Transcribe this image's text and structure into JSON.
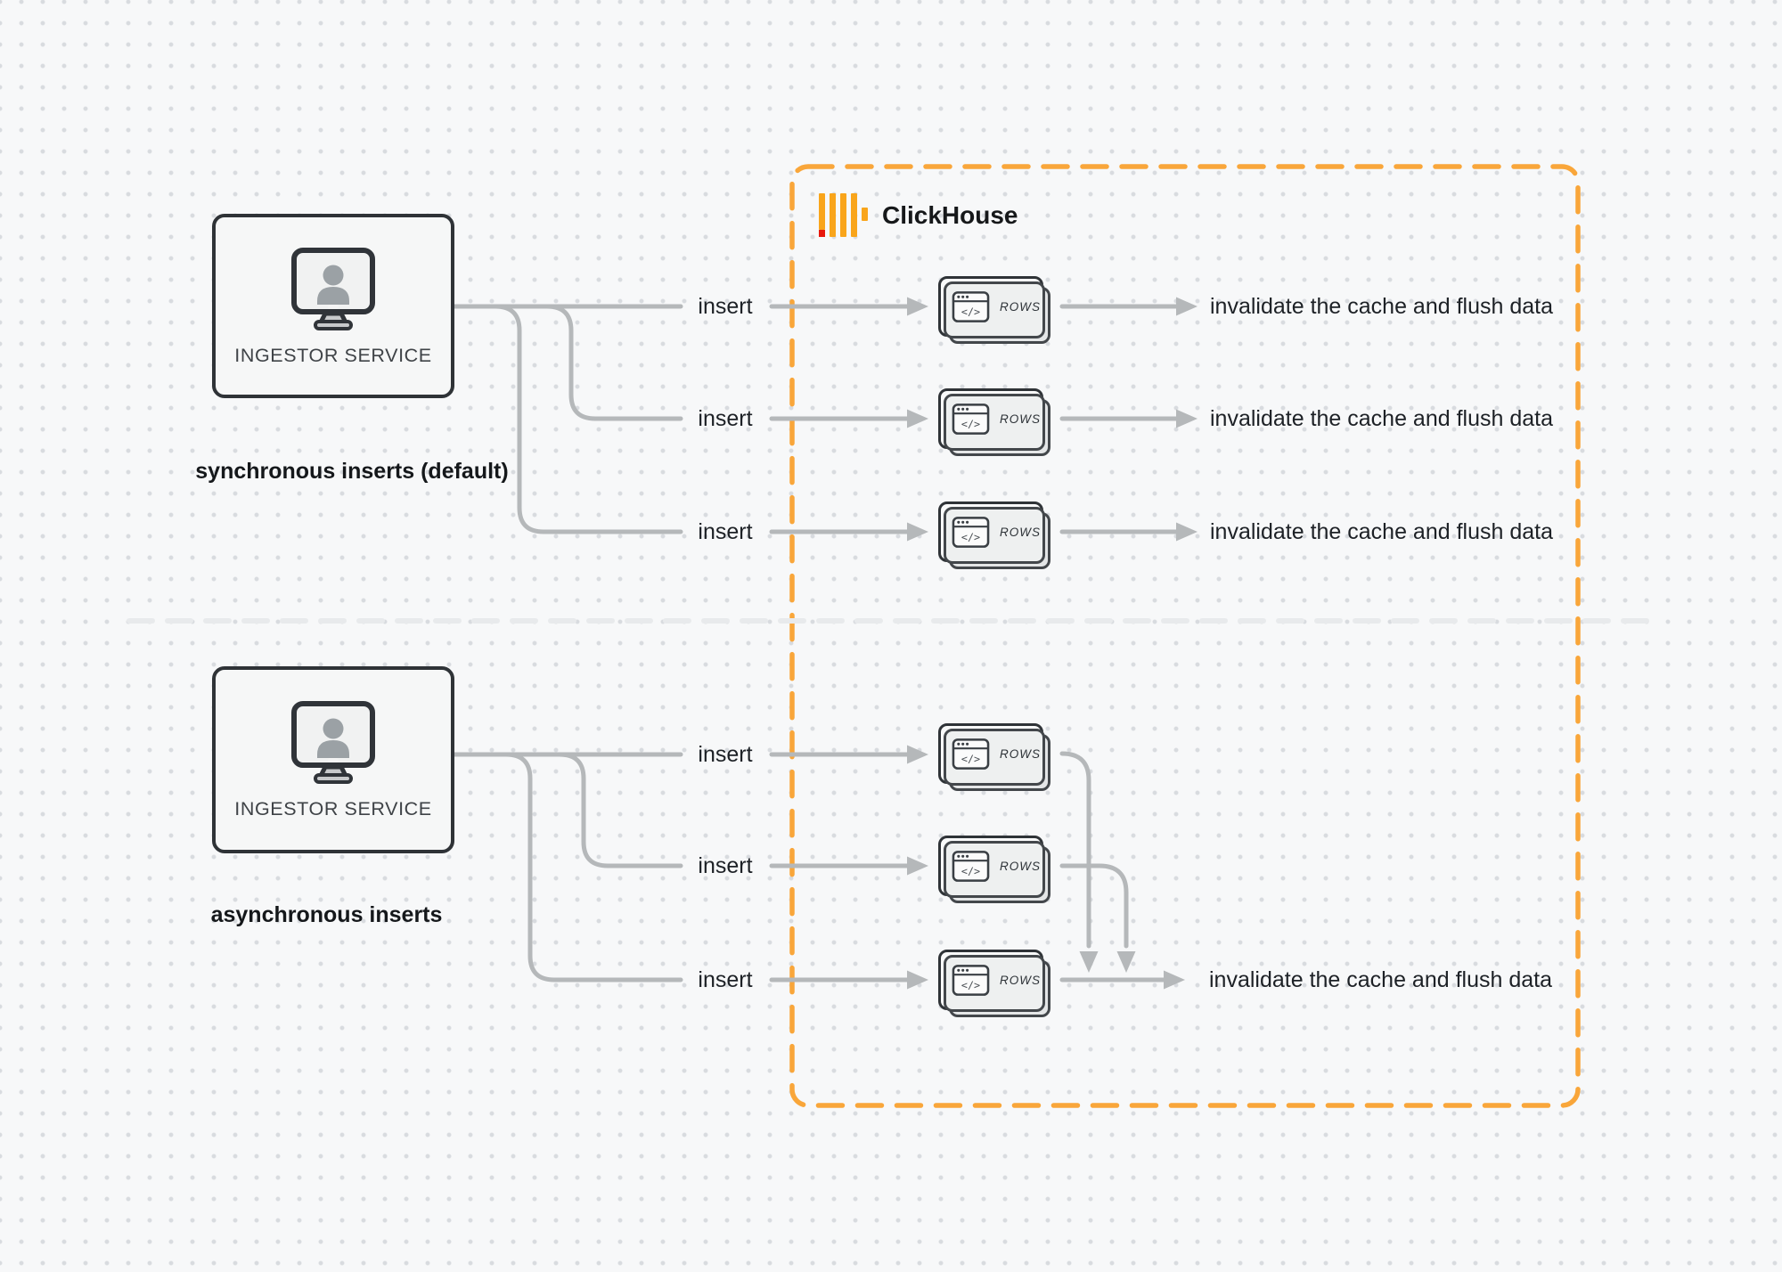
{
  "colors": {
    "accent_orange": "#F9A63A",
    "logo_amber": "#F9A51B",
    "logo_red": "#E8180C",
    "connector_gray": "#b5b8ba",
    "divider_gray": "#e8eaec",
    "dark_border": "#2f3337",
    "text_dark": "#1d2126"
  },
  "clickhouse": {
    "label": "ClickHouse"
  },
  "sync_section": {
    "ingestor": {
      "label": "INGESTOR SERVICE"
    },
    "caption": "synchronous inserts (default)",
    "rows": [
      {
        "insert": "insert",
        "rows_label": "ROWS",
        "result": "invalidate the cache and flush data"
      },
      {
        "insert": "insert",
        "rows_label": "ROWS",
        "result": "invalidate the cache and flush data"
      },
      {
        "insert": "insert",
        "rows_label": "ROWS",
        "result": "invalidate the cache and flush data"
      }
    ]
  },
  "async_section": {
    "ingestor": {
      "label": "INGESTOR SERVICE"
    },
    "caption": "asynchronous inserts",
    "rows": [
      {
        "insert": "insert",
        "rows_label": "ROWS"
      },
      {
        "insert": "insert",
        "rows_label": "ROWS"
      },
      {
        "insert": "insert",
        "rows_label": "ROWS"
      }
    ],
    "result": "invalidate the cache and flush data"
  }
}
